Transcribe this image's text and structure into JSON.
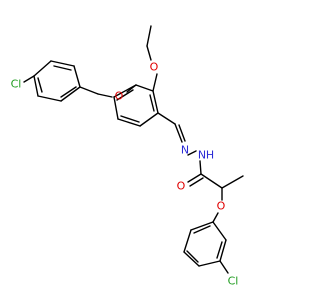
{
  "molecule": {
    "atoms": {
      "cl1": {
        "text": "Cl",
        "color": "#1f9c1f"
      },
      "o_benzyl": {
        "text": "O",
        "color": "#e00000"
      },
      "o_ethoxy": {
        "text": "O",
        "color": "#e00000"
      },
      "n1": {
        "text": "N",
        "color": "#2b2bd6"
      },
      "nh": {
        "text": "N",
        "color": "#2b2bd6"
      },
      "h_nh": {
        "text": "H",
        "color": "#2b2bd6"
      },
      "o_carbonyl": {
        "text": "O",
        "color": "#e00000"
      },
      "o_phenoxy": {
        "text": "O",
        "color": "#e00000"
      },
      "cl2": {
        "text": "Cl",
        "color": "#1f9c1f"
      }
    }
  }
}
